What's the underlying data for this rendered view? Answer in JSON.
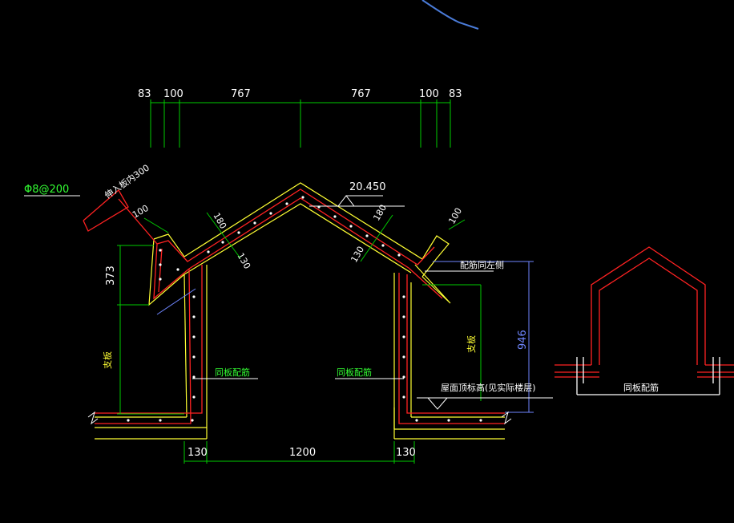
{
  "drawing": {
    "colors": {
      "background": "#000000",
      "dimension": "#00cc00",
      "outline": "#ffff33",
      "rebar": "#ff2222",
      "dim_text": "#ffffff",
      "blue_dim": "#6f86ff",
      "annotation_green": "#33ff33"
    },
    "top_dims": [
      "83",
      "100",
      "767",
      "767",
      "100",
      "83"
    ],
    "bottom_dims": [
      "130",
      "1200",
      "130"
    ],
    "left_height": "373",
    "right_height": "946",
    "ridge_elevation": "20.450",
    "slab_dims": {
      "left_eave": "100",
      "left_slab_a": "180",
      "left_slab_b": "130",
      "right_slab_a": "180",
      "right_slab_b": "130",
      "right_eave": "100"
    },
    "annotations": {
      "rebar_spec": "Φ8@200",
      "anchor_note": "伸入板内300",
      "left_wall_bar": "同板配筋",
      "center_bar": "同板配筋",
      "right_label": "配筋同左侧",
      "left_vertical": "支板",
      "right_vertical": "支板",
      "roof_level": "屋面顶标高(见实际楼层)",
      "small_label": "同板配筋"
    }
  }
}
